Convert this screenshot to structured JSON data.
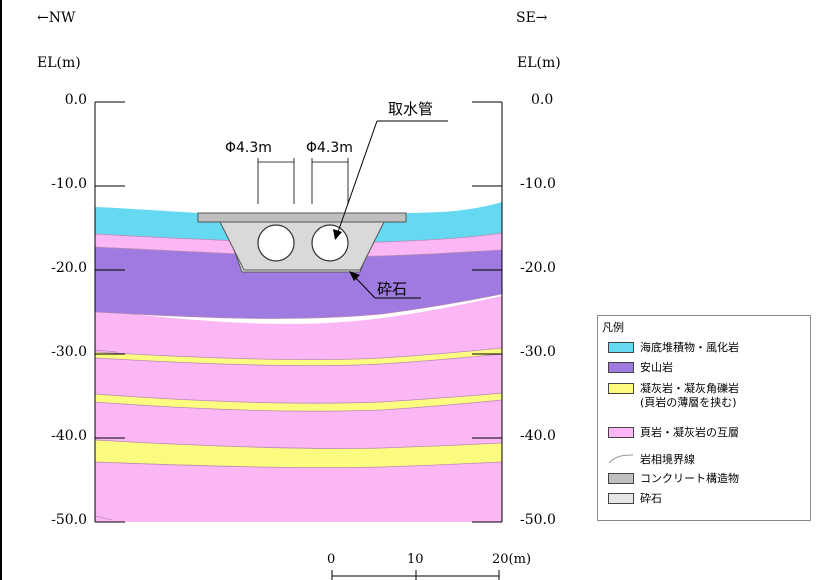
{
  "direction": {
    "left": "←NW",
    "right": "SE→"
  },
  "axis": {
    "left_label": "EL(m)",
    "right_label": "EL(m)",
    "ticks": [
      "0.0",
      "-10.0",
      "-20.0",
      "-30.0",
      "-40.0",
      "-50.0"
    ]
  },
  "annotations": {
    "pipe_label": "取水管",
    "dim1": "Φ4.3m",
    "dim2": "Φ4.3m",
    "gravel_label": "砕石"
  },
  "scale": {
    "zero": "0",
    "ten": "10",
    "twenty": "20",
    "unit": "(m)"
  },
  "legend": {
    "title": "凡例",
    "items": [
      {
        "text": "海底堆積物・風化岩",
        "color": "#66d9f2"
      },
      {
        "text": "安山岩",
        "color": "#9f7ae0"
      },
      {
        "text": "凝灰岩・凝灰角礫岩",
        "sub": "(頁岩の薄層を挟む)",
        "color": "#fbfb80"
      },
      {
        "text": "頁岩・凝灰岩の互層",
        "color": "#fbb6f5"
      },
      {
        "text": "岩相境界線",
        "color": "#999999"
      },
      {
        "text": "コンクリート構造物",
        "color": "#bfbfbf"
      },
      {
        "text": "砕石",
        "color": "#e6e6e6"
      }
    ]
  }
}
